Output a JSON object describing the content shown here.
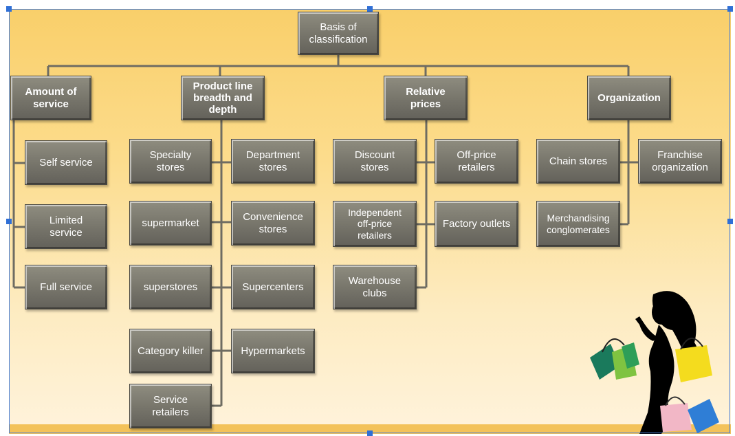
{
  "diagram": {
    "root": "Basis of\nclassification",
    "categories": {
      "amount_of_service": {
        "label": "Amount of\nservice",
        "items": [
          "Self service",
          "Limited\nservice",
          "Full service"
        ]
      },
      "product_line": {
        "label": "Product line\nbreadth and\ndepth",
        "items": [
          "Specialty\nstores",
          "Department\nstores",
          "supermarket",
          "Convenience\nstores",
          "superstores",
          "Supercenters",
          "Category killer",
          "Hypermarkets",
          "Service\nretailers"
        ]
      },
      "relative_prices": {
        "label": "Relative\nprices",
        "items": [
          "Discount\nstores",
          "Off-price\nretailers",
          "Independent\noff-price\nretailers",
          "Factory outlets",
          "Warehouse\nclubs"
        ]
      },
      "organization": {
        "label": "Organization",
        "items": [
          "Chain stores",
          "Franchise\norganization",
          "Merchandising\nconglomerates"
        ]
      }
    }
  },
  "colors": {
    "box": "#76746a",
    "connector": "#6e6c62",
    "background": "#fcdc8c"
  }
}
